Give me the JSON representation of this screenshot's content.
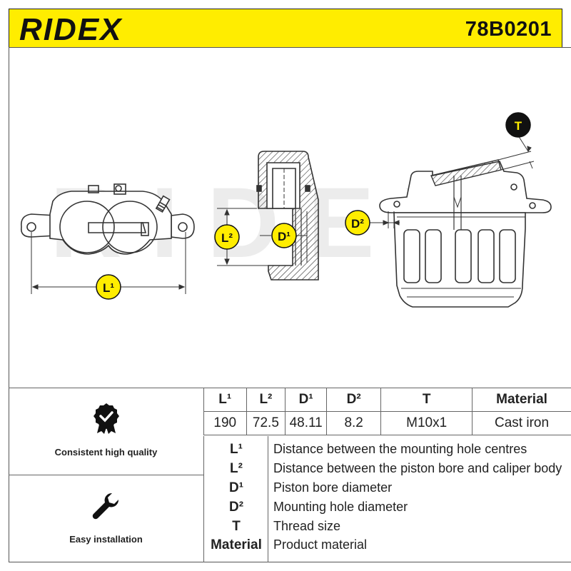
{
  "header": {
    "brand": "RIDEX",
    "part_number": "78B0201",
    "color": "#ffed00"
  },
  "diagram": {
    "watermark": "RIDEX",
    "labels": {
      "L1": "L¹",
      "L2": "L²",
      "D1": "D¹",
      "D2": "D²",
      "T": "T"
    }
  },
  "features": [
    {
      "icon": "check-badge-icon",
      "label": "Consistent high quality"
    },
    {
      "icon": "wrench-icon",
      "label": "Easy installation"
    }
  ],
  "spec_table": {
    "headers": [
      "L¹",
      "L²",
      "D¹",
      "D²",
      "T",
      "Material"
    ],
    "values": [
      "190",
      "72.5",
      "48.11",
      "8.2",
      "M10x1",
      "Cast iron"
    ]
  },
  "legend": [
    {
      "key": "L¹",
      "desc": "Distance between the mounting hole centres"
    },
    {
      "key": "L²",
      "desc": "Distance between the piston bore and caliper body"
    },
    {
      "key": "D¹",
      "desc": "Piston bore diameter"
    },
    {
      "key": "D²",
      "desc": "Mounting hole diameter"
    },
    {
      "key": "T",
      "desc": "Thread size"
    },
    {
      "key": "Material",
      "desc": "Product material"
    }
  ]
}
